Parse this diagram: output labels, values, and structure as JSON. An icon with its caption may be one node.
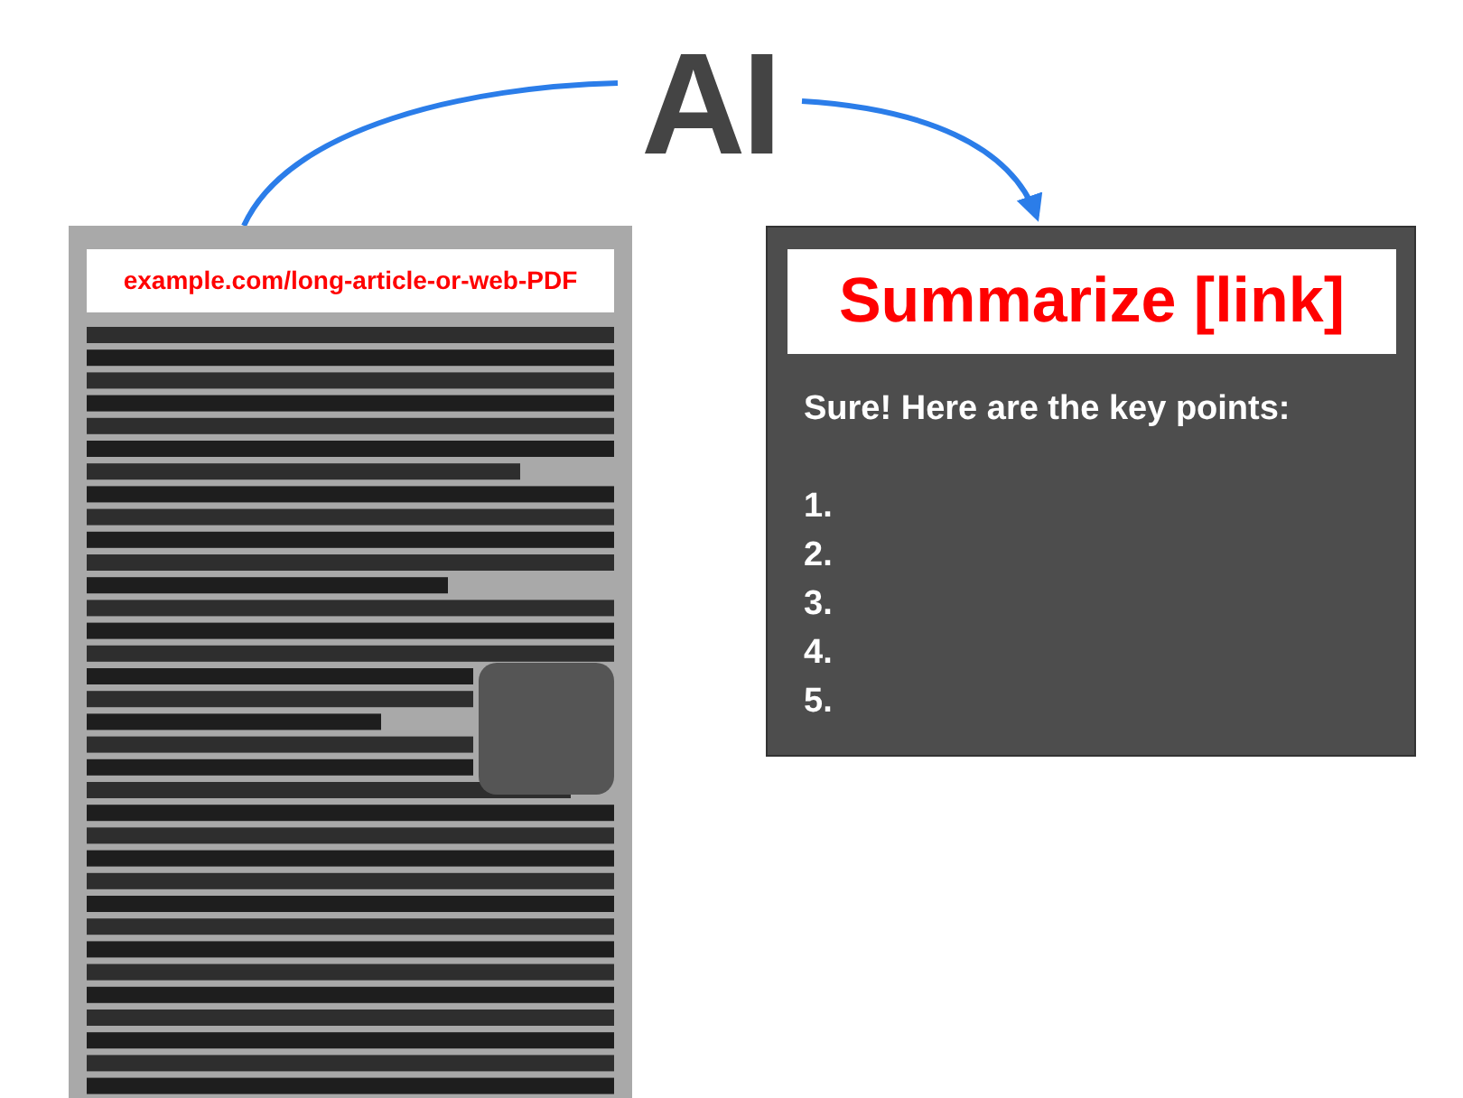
{
  "diagram": {
    "nodes": [
      {
        "text": [
          "example.com/long-article-or-web-PDF"
        ]
      },
      {
        "text": [
          "AI"
        ]
      },
      {
        "text": [
          "Summarize [link]",
          "Sure! Here are the key points:",
          "1.",
          "2.",
          "3.",
          "4.",
          "5."
        ]
      }
    ],
    "edges": [
      {
        "from": 0,
        "to": 1,
        "arrow": "none"
      },
      {
        "from": 1,
        "to": 2,
        "arrow": "to"
      }
    ]
  }
}
